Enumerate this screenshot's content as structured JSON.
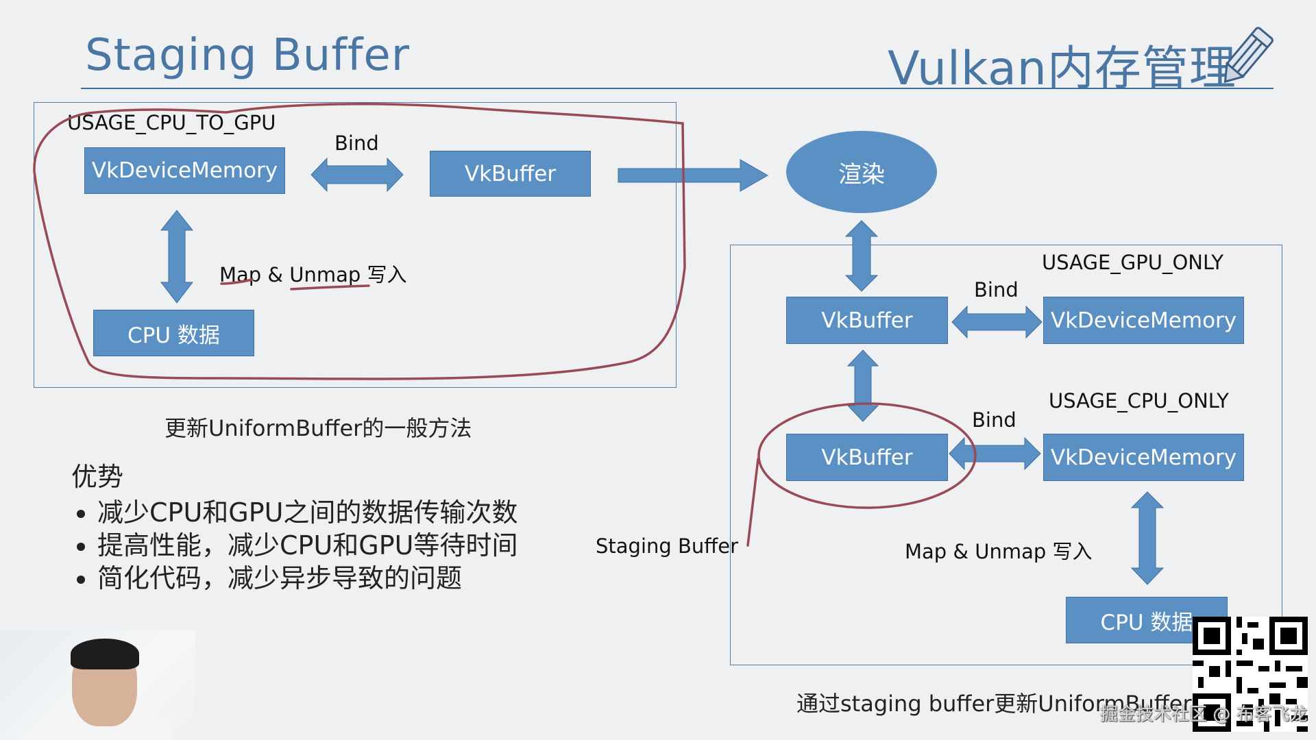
{
  "header": {
    "title": "Staging Buffer",
    "course_title": "Vulkan内存管理",
    "course_icon": "pencil-icon"
  },
  "left_diagram": {
    "usage_label": "USAGE_CPU_TO_GPU",
    "device_memory": "VkDeviceMemory",
    "bind_label": "Bind",
    "buffer": "VkBuffer",
    "map_label": "Map & Unmap 写入",
    "cpu_data": "CPU 数据",
    "caption": "更新UniformBuffer的一般方法"
  },
  "render_node": "渲染",
  "right_diagram": {
    "gpu_usage_label": "USAGE_GPU_ONLY",
    "gpu_buffer": "VkBuffer",
    "gpu_bind_label": "Bind",
    "gpu_device_memory": "VkDeviceMemory",
    "cpu_usage_label": "USAGE_CPU_ONLY",
    "staging_buffer": "VkBuffer",
    "cpu_bind_label": "Bind",
    "cpu_device_memory": "VkDeviceMemory",
    "map_label": "Map & Unmap 写入",
    "cpu_data": "CPU 数据",
    "staging_annotation": "Staging Buffer",
    "caption": "通过staging buffer更新UniformBuffer"
  },
  "advantages": {
    "heading": "优势",
    "items": [
      "减少CPU和GPU之间的数据传输次数",
      "提高性能，减少CPU和GPU等待时间",
      "简化代码，减少异步导致的问题"
    ]
  },
  "colors": {
    "accent": "#5a90c3",
    "title": "#4a76a4",
    "annotation": "#9a4a55",
    "background": "#eff0f2"
  },
  "watermark": "掘金技术社区 @ 布客飞龙"
}
